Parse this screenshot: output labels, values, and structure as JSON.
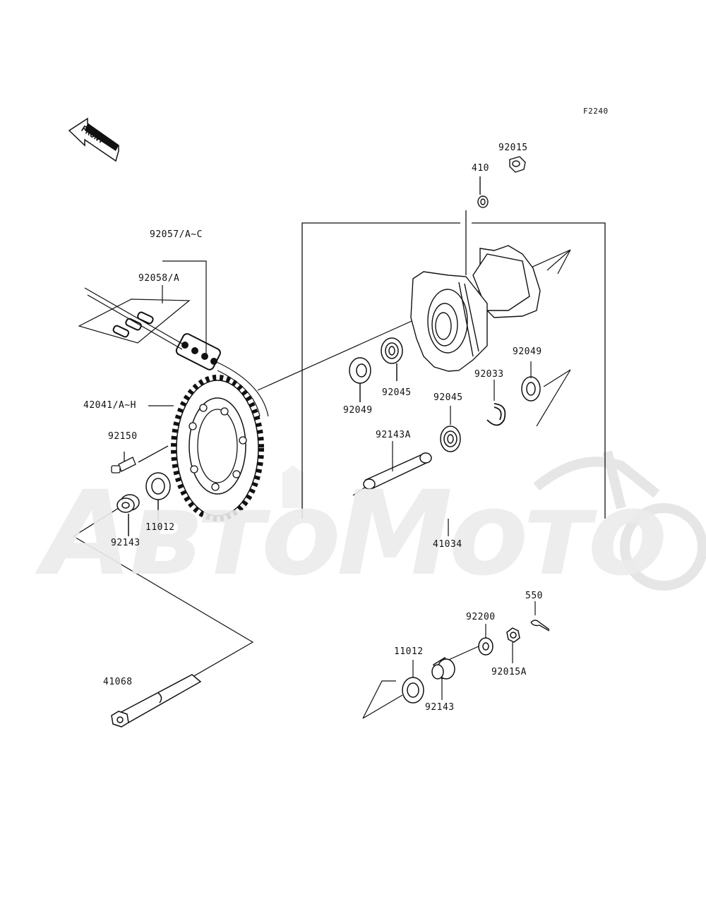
{
  "diagram_code": "F2240",
  "front_label": "FRONT",
  "watermark": "АвтоМото",
  "part_labels": {
    "p92015": "92015",
    "p410": "410",
    "p92057": "92057/A~C",
    "p92058": "92058/A",
    "p42041": "42041/A~H",
    "p92150": "92150",
    "p11012_left": "11012",
    "p92143_left": "92143",
    "p92049_upper": "92049",
    "p92045_upper": "92045",
    "p92049_lower": "92049",
    "p92033": "92033",
    "p92045_lower": "92045",
    "p92143A": "92143A",
    "p41034": "41034",
    "p550": "550",
    "p92200": "92200",
    "p11012_right": "11012",
    "p92015A": "92015A",
    "p92143_right": "92143",
    "p41068": "41068"
  }
}
